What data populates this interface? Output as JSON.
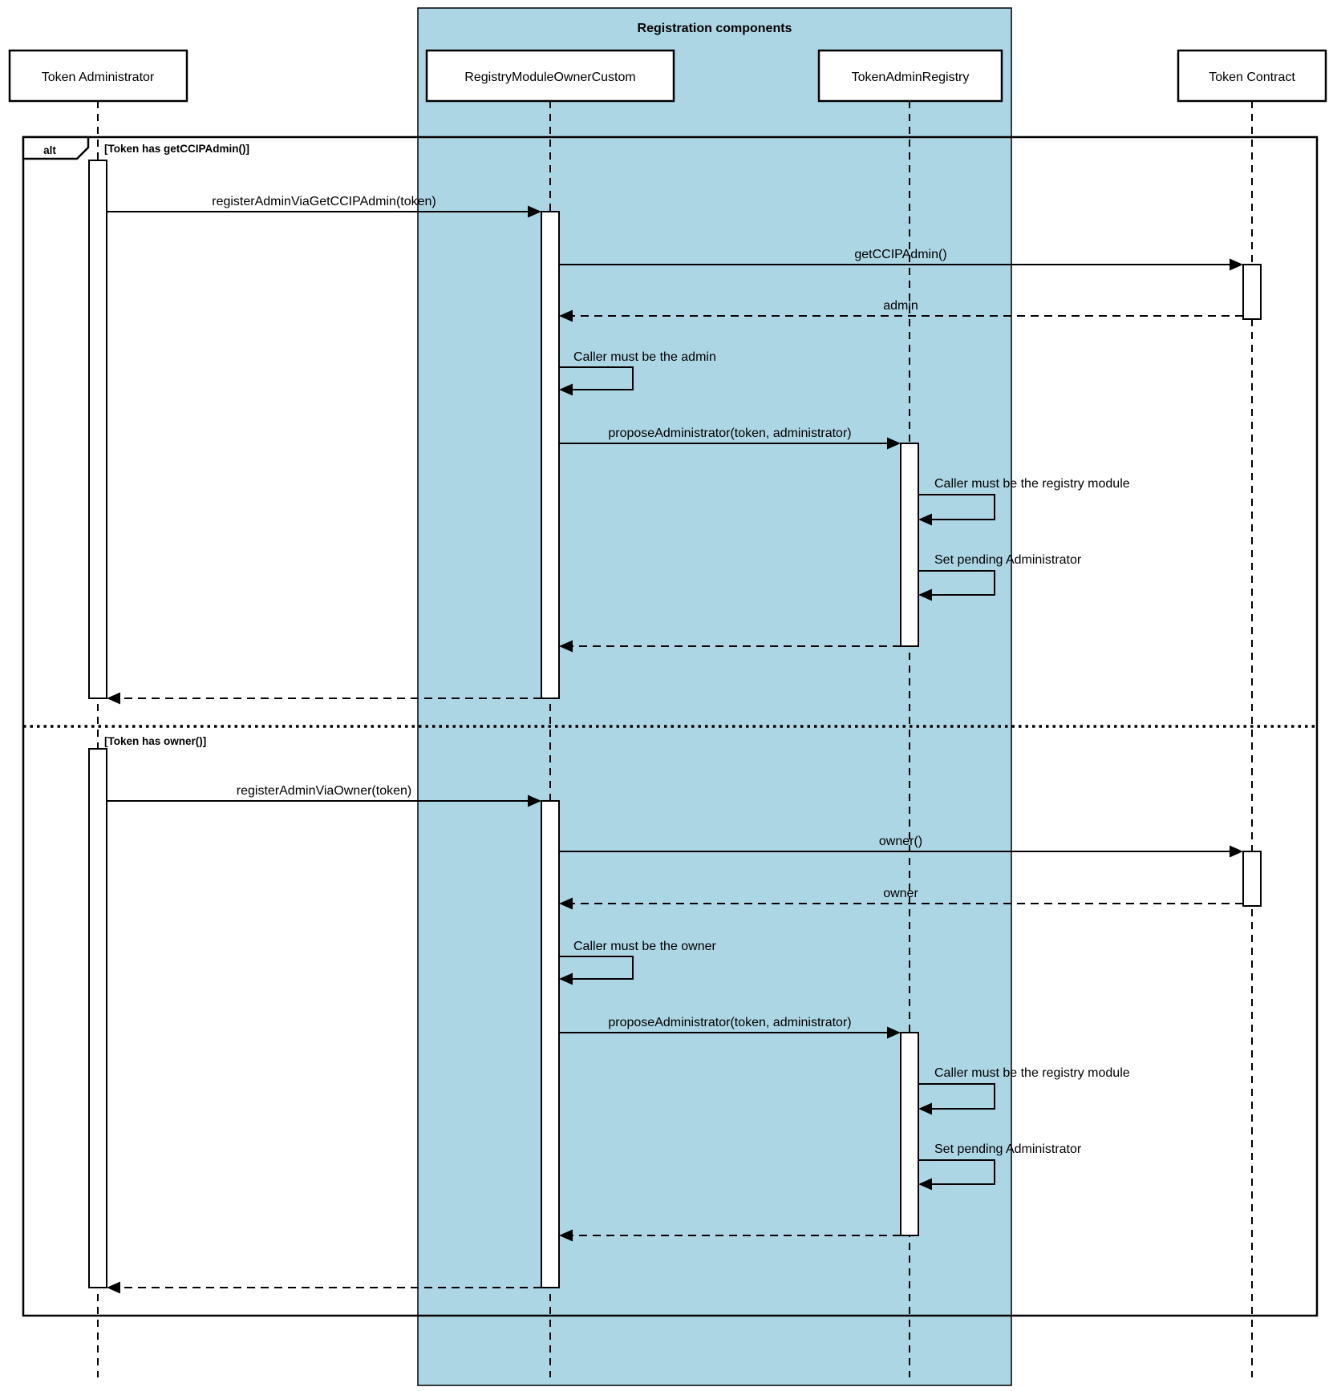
{
  "diagram": {
    "kind": "uml-sequence-diagram",
    "container": {
      "title": "Registration components"
    },
    "colors": {
      "container_fill": "#add6e5",
      "line": "#000000",
      "activation_fill": "#ffffff",
      "background": "#ffffff"
    },
    "participants": [
      {
        "id": "token-administrator",
        "label": "Token Administrator"
      },
      {
        "id": "registry-module-owner-custom",
        "label": "RegistryModuleOwnerCustom"
      },
      {
        "id": "token-admin-registry",
        "label": "TokenAdminRegistry"
      },
      {
        "id": "token-contract",
        "label": "Token Contract"
      }
    ],
    "alt_frame": {
      "operator": "alt",
      "sections": [
        {
          "guard": "[Token has getCCIPAdmin()]",
          "messages": [
            {
              "label": "registerAdminViaGetCCIPAdmin(token)",
              "type": "sync",
              "from": "Token Administrator",
              "to": "RegistryModuleOwnerCustom"
            },
            {
              "label": "getCCIPAdmin()",
              "type": "sync",
              "from": "RegistryModuleOwnerCustom",
              "to": "Token Contract"
            },
            {
              "label": "admin",
              "type": "return",
              "from": "Token Contract",
              "to": "RegistryModuleOwnerCustom"
            },
            {
              "label": "Caller must be the admin",
              "type": "self",
              "on": "RegistryModuleOwnerCustom"
            },
            {
              "label": "proposeAdministrator(token, administrator)",
              "type": "sync",
              "from": "RegistryModuleOwnerCustom",
              "to": "TokenAdminRegistry"
            },
            {
              "label": "Caller must be the registry module",
              "type": "self",
              "on": "TokenAdminRegistry"
            },
            {
              "label": "Set pending Administrator",
              "type": "self",
              "on": "TokenAdminRegistry"
            },
            {
              "label": "",
              "type": "return",
              "from": "TokenAdminRegistry",
              "to": "RegistryModuleOwnerCustom"
            },
            {
              "label": "",
              "type": "return",
              "from": "RegistryModuleOwnerCustom",
              "to": "Token Administrator"
            }
          ]
        },
        {
          "guard": "[Token has owner()]",
          "messages": [
            {
              "label": "registerAdminViaOwner(token)",
              "type": "sync",
              "from": "Token Administrator",
              "to": "RegistryModuleOwnerCustom"
            },
            {
              "label": "owner()",
              "type": "sync",
              "from": "RegistryModuleOwnerCustom",
              "to": "Token Contract"
            },
            {
              "label": "owner",
              "type": "return",
              "from": "Token Contract",
              "to": "RegistryModuleOwnerCustom"
            },
            {
              "label": "Caller must be the owner",
              "type": "self",
              "on": "RegistryModuleOwnerCustom"
            },
            {
              "label": "proposeAdministrator(token, administrator)",
              "type": "sync",
              "from": "RegistryModuleOwnerCustom",
              "to": "TokenAdminRegistry"
            },
            {
              "label": "Caller must be the registry module",
              "type": "self",
              "on": "TokenAdminRegistry"
            },
            {
              "label": "Set pending Administrator",
              "type": "self",
              "on": "TokenAdminRegistry"
            },
            {
              "label": "",
              "type": "return",
              "from": "TokenAdminRegistry",
              "to": "RegistryModuleOwnerCustom"
            },
            {
              "label": "",
              "type": "return",
              "from": "RegistryModuleOwnerCustom",
              "to": "Token Administrator"
            }
          ]
        }
      ]
    }
  }
}
